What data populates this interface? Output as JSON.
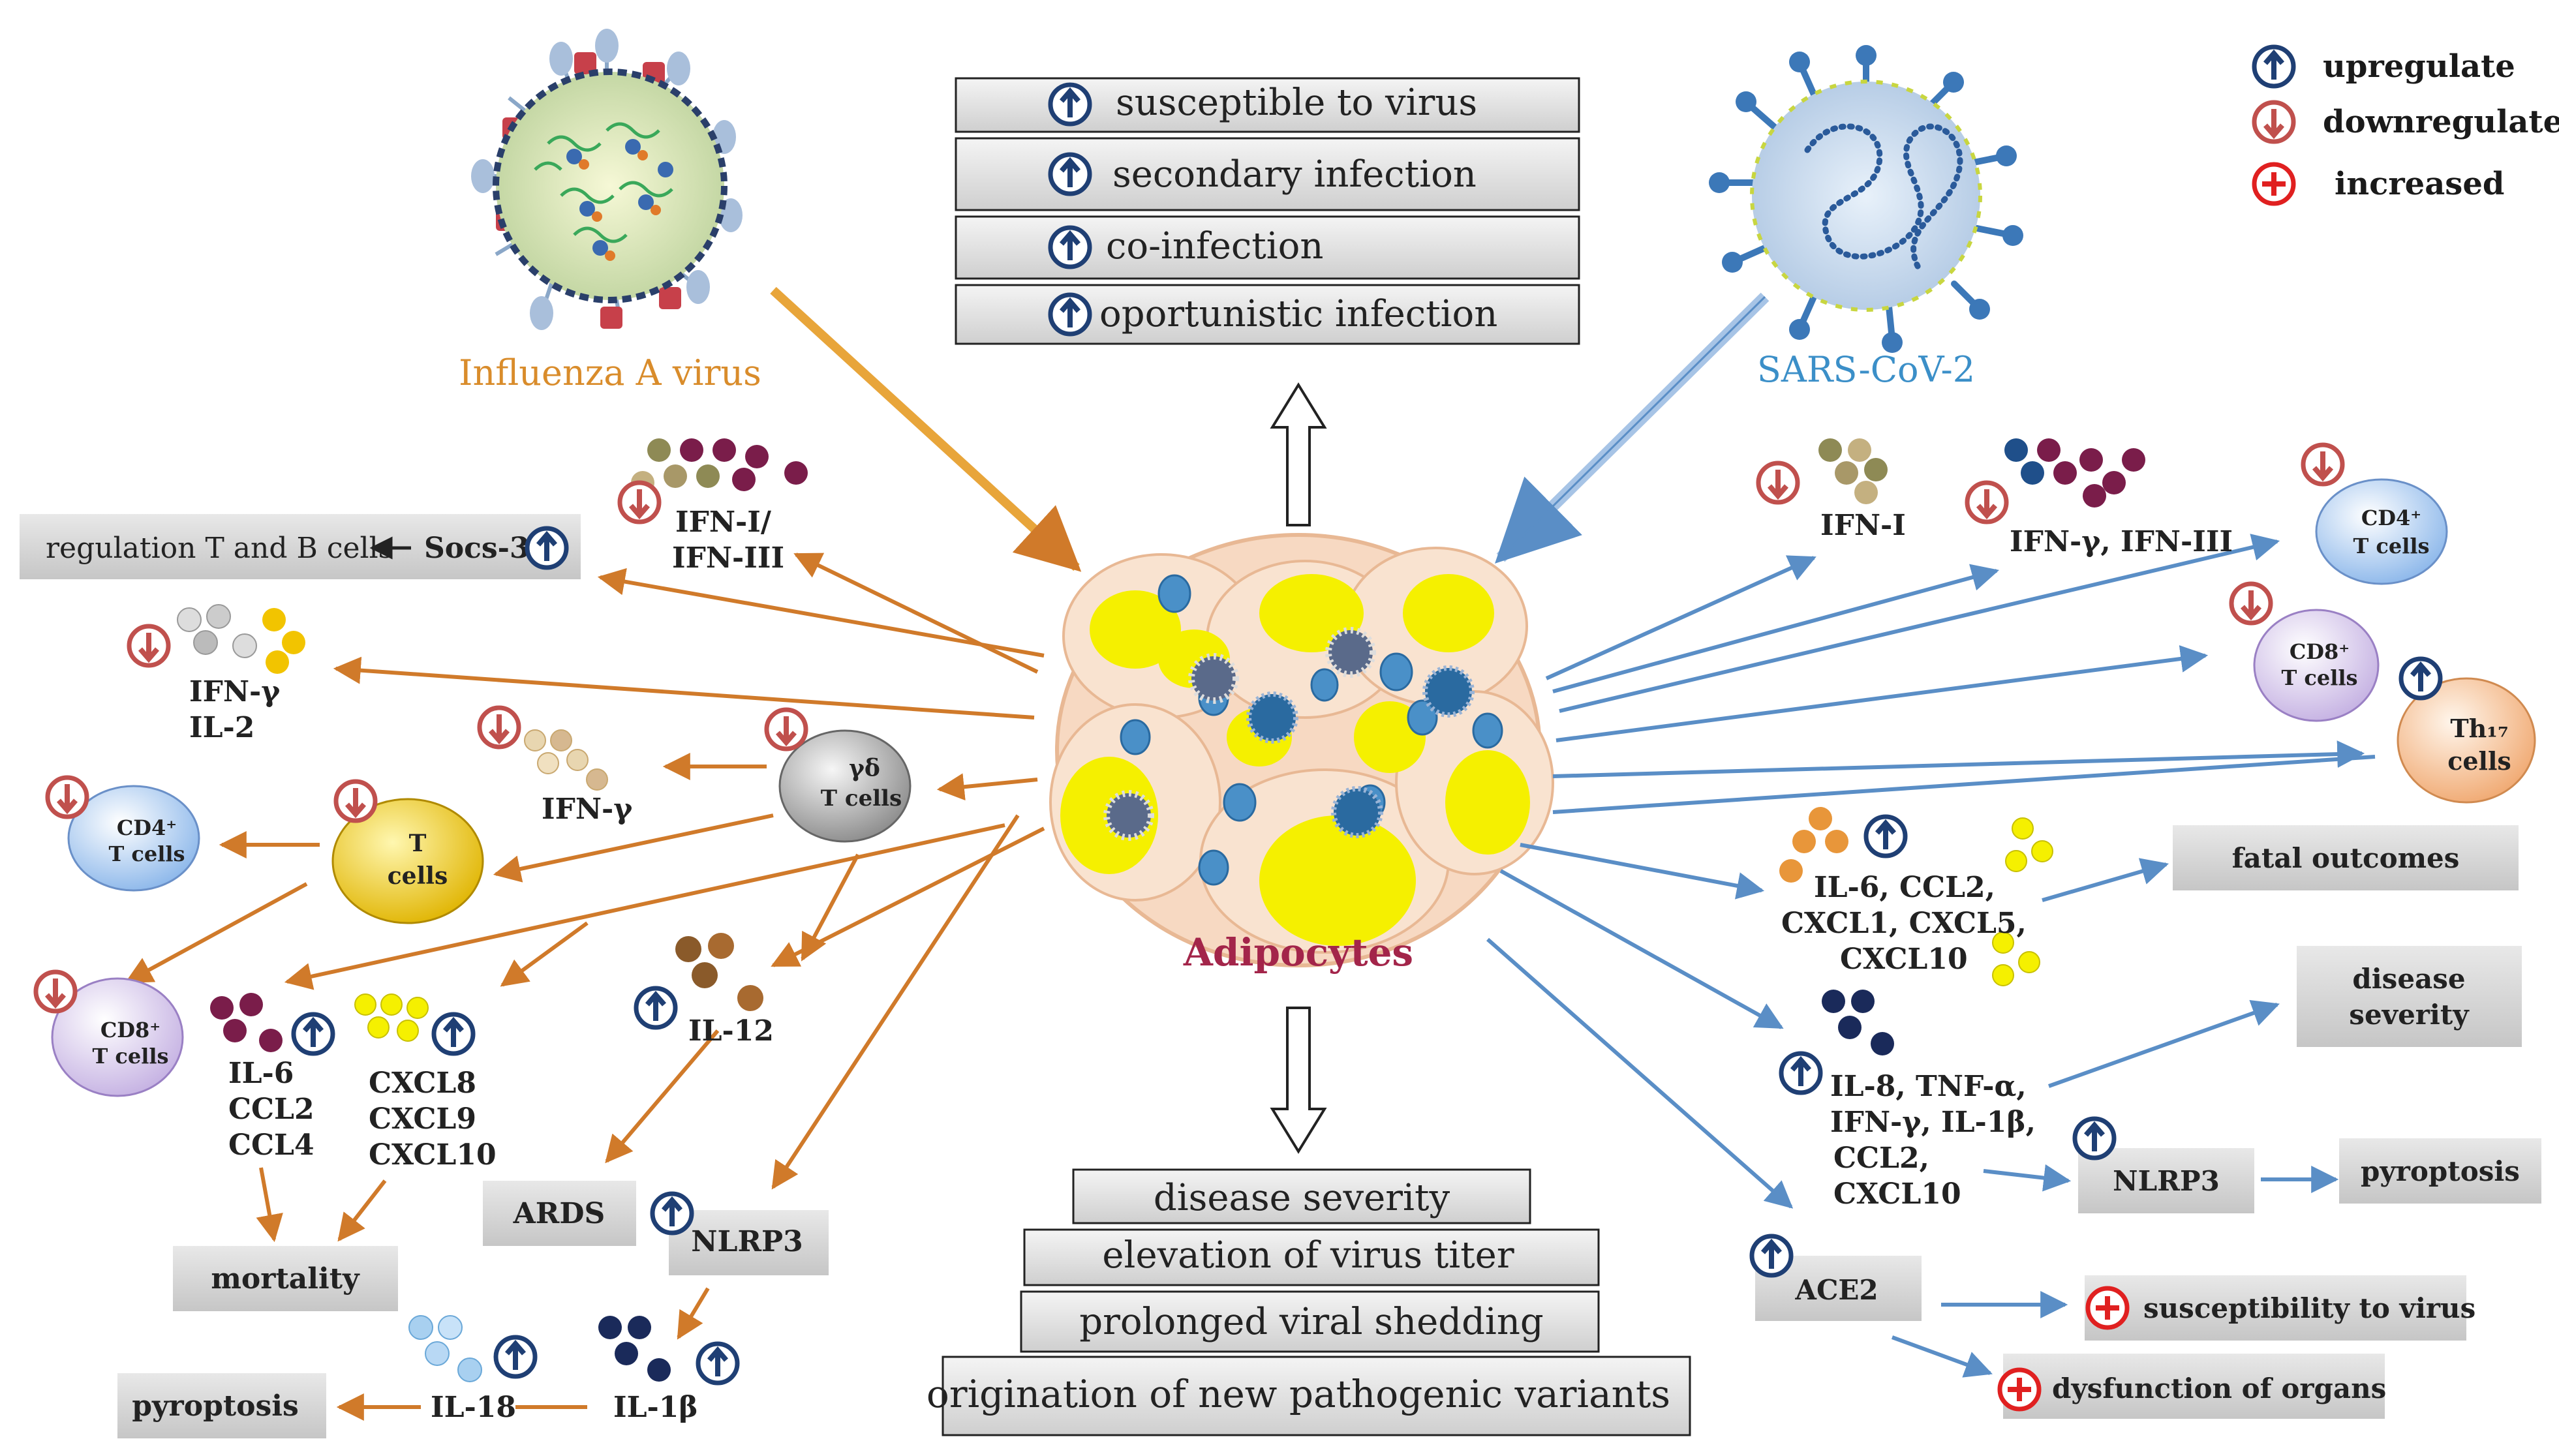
{
  "legend": {
    "upregulate": "upregulate",
    "downregulate": "downregulate",
    "increased": "increased"
  },
  "viruses": {
    "influenza": "Influenza A virus",
    "sars": "SARS-CoV-2"
  },
  "center": {
    "label": "Adipocytes"
  },
  "top_effects": [
    "susceptible to virus",
    "secondary infection",
    "co-infection",
    "oportunistic infection"
  ],
  "bottom_effects": [
    "disease severity",
    "elevation of virus titer",
    "prolonged viral shedding",
    "origination of new pathogenic variants"
  ],
  "left": {
    "regulation": "regulation  T and B cells",
    "socs3": "Socs-3",
    "ifn_i_iii_1": "IFN-I/",
    "ifn_i_iii_2": "IFN-III",
    "ifng_il2_1": "IFN-γ",
    "ifng_il2_2": "IL-2",
    "ifng": "IFN-γ",
    "gd_1": "γδ",
    "gd_2": "T cells",
    "tcells_1": "T",
    "tcells_2": "cells",
    "cd4_1": "CD4⁺",
    "cd4_2": "T cells",
    "cd8_1": "CD8⁺",
    "cd8_2": "T cells",
    "il6_group": [
      "IL-6",
      "CCL2",
      "CCL4"
    ],
    "cxcl_group": [
      "CXCL8",
      "CXCL9",
      "CXCL10"
    ],
    "il12": "IL-12",
    "ards": "ARDS",
    "nlrp3": "NLRP3",
    "mortality": "mortality",
    "il18": "IL-18",
    "il1b": "IL-1β",
    "pyroptosis": "pyroptosis"
  },
  "right": {
    "ifn_i": "IFN-I",
    "ifng_iii": "IFN-γ, IFN-III",
    "cd4_1": "CD4⁺",
    "cd4_2": "T cells",
    "cd8_1": "CD8⁺",
    "cd8_2": "T cells",
    "th17_1": "Th₁₇",
    "th17_2": "cells",
    "il6_group": [
      "IL-6, CCL2,",
      "CXCL1, CXCL5,",
      "CXCL10"
    ],
    "fatal": "fatal outcomes",
    "severity_1": "disease",
    "severity_2": "severity",
    "il8_group": [
      "IL-8, TNF-α,",
      "IFN-γ, IL-1β,",
      "CCL2,",
      "CXCL10"
    ],
    "nlrp3": "NLRP3",
    "pyroptosis": "pyroptosis",
    "ace2": "ACE2",
    "susceptibility": "susceptibility to virus",
    "dysfunction": "dysfunction of organs"
  },
  "colors": {
    "orange_arrow": "#d07a2a",
    "blue_arrow": "#5a8ec6",
    "up_circle": "#1f3f74",
    "down_circle": "#c0504d",
    "increased": "#e02020",
    "influenza_label": "#d98c2b",
    "sars_label": "#3b8fc8",
    "adipocytes_label": "#a3254a"
  }
}
